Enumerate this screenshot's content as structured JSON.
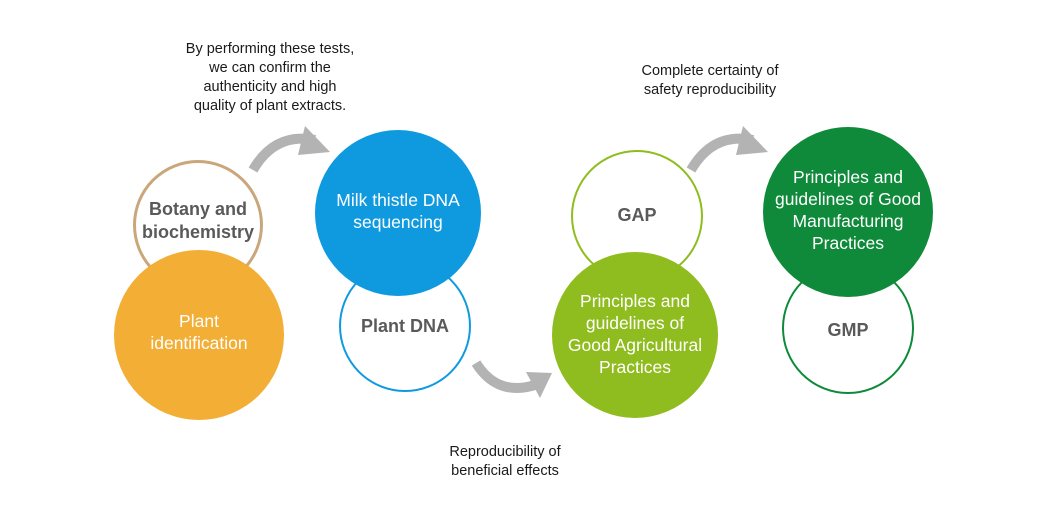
{
  "captions": {
    "tests": "By performing these tests,\nwe can confirm the\nauthenticity and high\nquality of plant extracts.",
    "safety": "Complete certainty of\nsafety reproducibility",
    "beneficial": "Reproducibility of\nbeneficial effects"
  },
  "colors": {
    "tan": "#c9a77a",
    "orange": "#f2ae35",
    "blue": "#0f9ae0",
    "light_green": "#8fbc1e",
    "dark_green": "#0f8a3a",
    "arrow_gray": "#b3b3b3"
  },
  "groups": [
    {
      "outline_label": "Botany and\nbiochemistry",
      "filled_label": "Plant\nidentification"
    },
    {
      "outline_label": "Plant DNA",
      "filled_label": "Milk thistle DNA\nsequencing"
    },
    {
      "outline_label": "GAP",
      "filled_label": "Principles and\nguidelines of\nGood Agricultural\nPractices"
    },
    {
      "outline_label": "GMP",
      "filled_label": "Principles and\nguidelines of Good\nManufacturing\nPractices"
    }
  ]
}
